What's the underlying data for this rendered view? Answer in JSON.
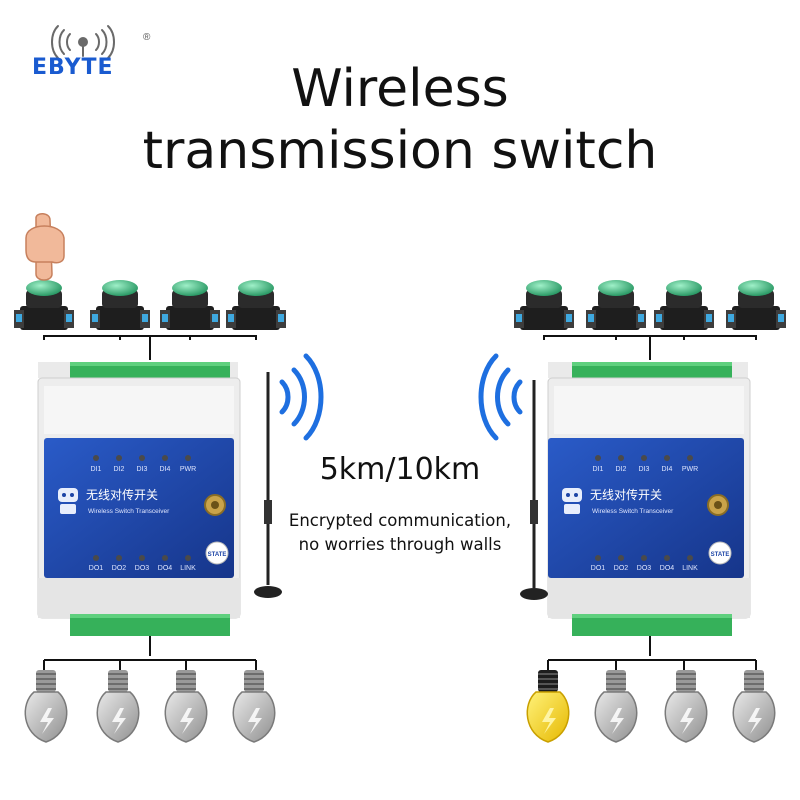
{
  "brand": {
    "name": "EBYTE",
    "registered_mark": "®"
  },
  "title": {
    "line1": "Wireless",
    "line2": "transmission switch"
  },
  "range_text": "5km/10km",
  "description": {
    "line1": "Encrypted communication,",
    "line2": "no worries through walls"
  },
  "device": {
    "label_cn": "无线对传开关",
    "label_en": "Wireless Switch Transceiver",
    "inputs": [
      "DI1",
      "DI2",
      "DI3",
      "DI4",
      "PWR"
    ],
    "outputs": [
      "DO1",
      "DO2",
      "DO3",
      "DO4",
      "LINK"
    ],
    "state_button": "STATE"
  },
  "colors": {
    "brand_blue": "#1a5bd0",
    "device_blue": "#1c44a6",
    "terminal_green": "#36b15a",
    "button_green": "#3cb98a",
    "bulb_on": "#f2d21a",
    "wireless_blue": "#1e6fe0"
  },
  "left_unit": {
    "pressed_button_index": 0,
    "lit_bulb_index": -1
  },
  "right_unit": {
    "pressed_button_index": -1,
    "lit_bulb_index": 0
  }
}
